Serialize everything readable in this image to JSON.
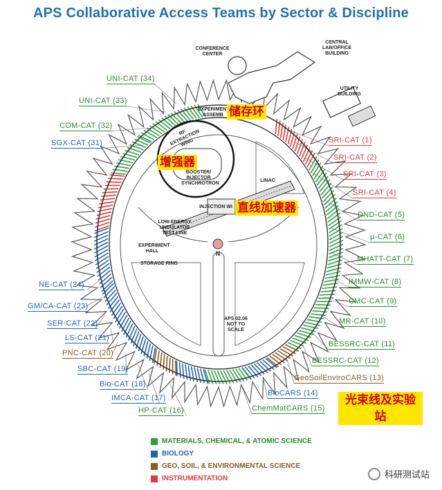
{
  "title": "APS Collaborative Access Teams by Sector & Discipline",
  "colors": {
    "materials": "#2f9e44",
    "biology": "#1f63b5",
    "geo": "#8a5a1e",
    "instrumentation": "#e03a3a"
  },
  "left_labels": [
    {
      "text": "UNI-CAT (34)",
      "cls": "green"
    },
    {
      "text": "UNI-CAT (33)",
      "cls": "green"
    },
    {
      "text": "COM-CAT (32)",
      "cls": "green"
    },
    {
      "text": "SGX-CAT (31)",
      "cls": "blue"
    },
    {
      "text": "NE-CAT (24)",
      "cls": "blue"
    },
    {
      "text": "GM/CA-CAT (23)",
      "cls": "blue"
    },
    {
      "text": "SER-CAT (22)",
      "cls": "blue"
    },
    {
      "text": "LS-CAT (21)",
      "cls": "blue"
    },
    {
      "text": "PNC-CAT (20)",
      "cls": "brown"
    },
    {
      "text": "SBC-CAT (19)",
      "cls": "blue"
    },
    {
      "text": "Bio-CAT (18)",
      "cls": "blue"
    },
    {
      "text": "IMCA-CAT (17)",
      "cls": "blue"
    },
    {
      "text": "HP-CAT (16)",
      "cls": "green"
    }
  ],
  "right_labels": [
    {
      "text": "SRI-CAT (1)",
      "cls": "red"
    },
    {
      "text": "SRI-CAT (2)",
      "cls": "red"
    },
    {
      "text": "SRI-CAT (3)",
      "cls": "red"
    },
    {
      "text": "SRI-CAT (4)",
      "cls": "red"
    },
    {
      "text": "DND-CAT (5)",
      "cls": "green"
    },
    {
      "text": "μ-CAT (6)",
      "cls": "green"
    },
    {
      "text": "MHATT-CAT (7)",
      "cls": "green"
    },
    {
      "text": "IMMW-CAT (8)",
      "cls": "green"
    },
    {
      "text": "CMC-CAT (9)",
      "cls": "green"
    },
    {
      "text": "MR-CAT (10)",
      "cls": "green"
    },
    {
      "text": "BESSRC-CAT (11)",
      "cls": "green"
    },
    {
      "text": "BESSRC-CAT (12)",
      "cls": "green"
    },
    {
      "text": "GeoSoilEnviroCARS (13)",
      "cls": "brown"
    },
    {
      "text": "BioCARS (14)",
      "cls": "blue"
    },
    {
      "text": "ChemMatCARS (15)",
      "cls": "green"
    }
  ],
  "map_text": {
    "conference": "CONFERENCE CENTER",
    "central_lab": "CENTRAL LAB/OFFICE BUILDING",
    "utility": "UTILITY BUILDING",
    "experiment_assembly": "EXPERIMENT ASSEMB",
    "rf_extraction": "RF EXTRACTION WING",
    "booster": "BOOSTER/ INJECTOR SYNCHROTRON",
    "linac": "LINAC",
    "injection": "INJECTION WI",
    "low_energy": "LOW-ENERGY UNDULATOR TEST LINE",
    "experiment_hall": "EXPERIMENT HALL",
    "storage_ring": "STORAGE RING",
    "north": "N",
    "scale_note": "APS 02.06 NOT TO SCALE"
  },
  "cn_labels": {
    "storage": "储存环",
    "booster": "增强器",
    "linac": "直线加速器",
    "stations": "光束线及实验站"
  },
  "legend": [
    {
      "text": "MATERIALS, CHEMICAL, & ATOMIC SCIENCE",
      "color": "#2f9e44",
      "text_color": "#2a8a2a"
    },
    {
      "text": "BIOLOGY",
      "color": "#1f63b5",
      "text_color": "#1f63b5"
    },
    {
      "text": "GEO, SOIL, & ENVIRONMENTAL SCIENCE",
      "color": "#8a5a1e",
      "text_color": "#8a5a1e"
    },
    {
      "text": "INSTRUMENTATION",
      "color": "#e03a3a",
      "text_color": "#e03a3a"
    }
  ],
  "watermark": "科研测试站"
}
